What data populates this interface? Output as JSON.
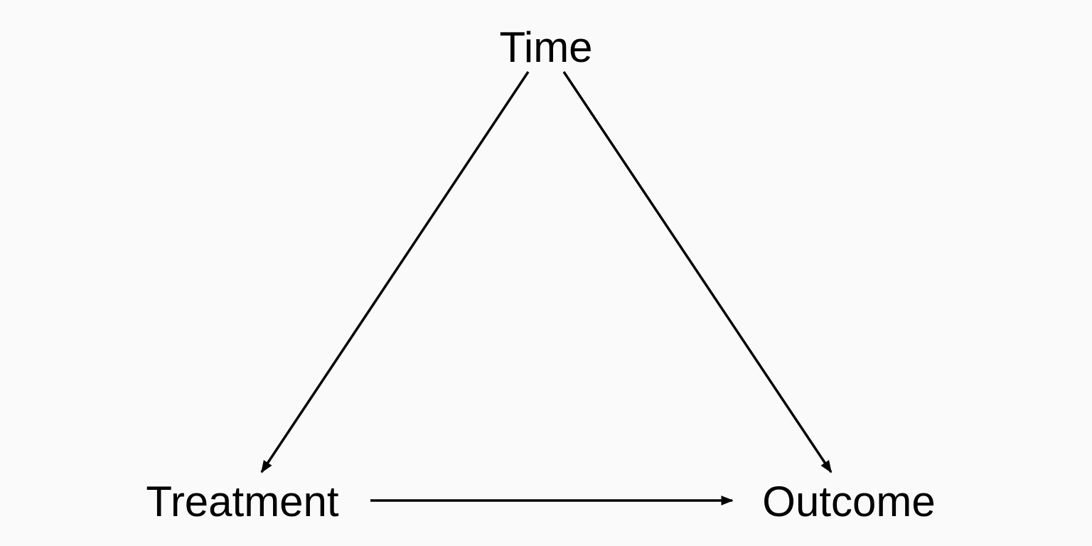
{
  "diagram": {
    "nodes": [
      {
        "id": "time",
        "label": "Time"
      },
      {
        "id": "treatment",
        "label": "Treatment"
      },
      {
        "id": "outcome",
        "label": "Outcome"
      }
    ],
    "edges": [
      {
        "from": "time",
        "to": "treatment"
      },
      {
        "from": "time",
        "to": "outcome"
      },
      {
        "from": "treatment",
        "to": "outcome"
      }
    ],
    "colors": {
      "background": "#fafafa",
      "stroke": "#000000",
      "text": "#000000"
    }
  }
}
